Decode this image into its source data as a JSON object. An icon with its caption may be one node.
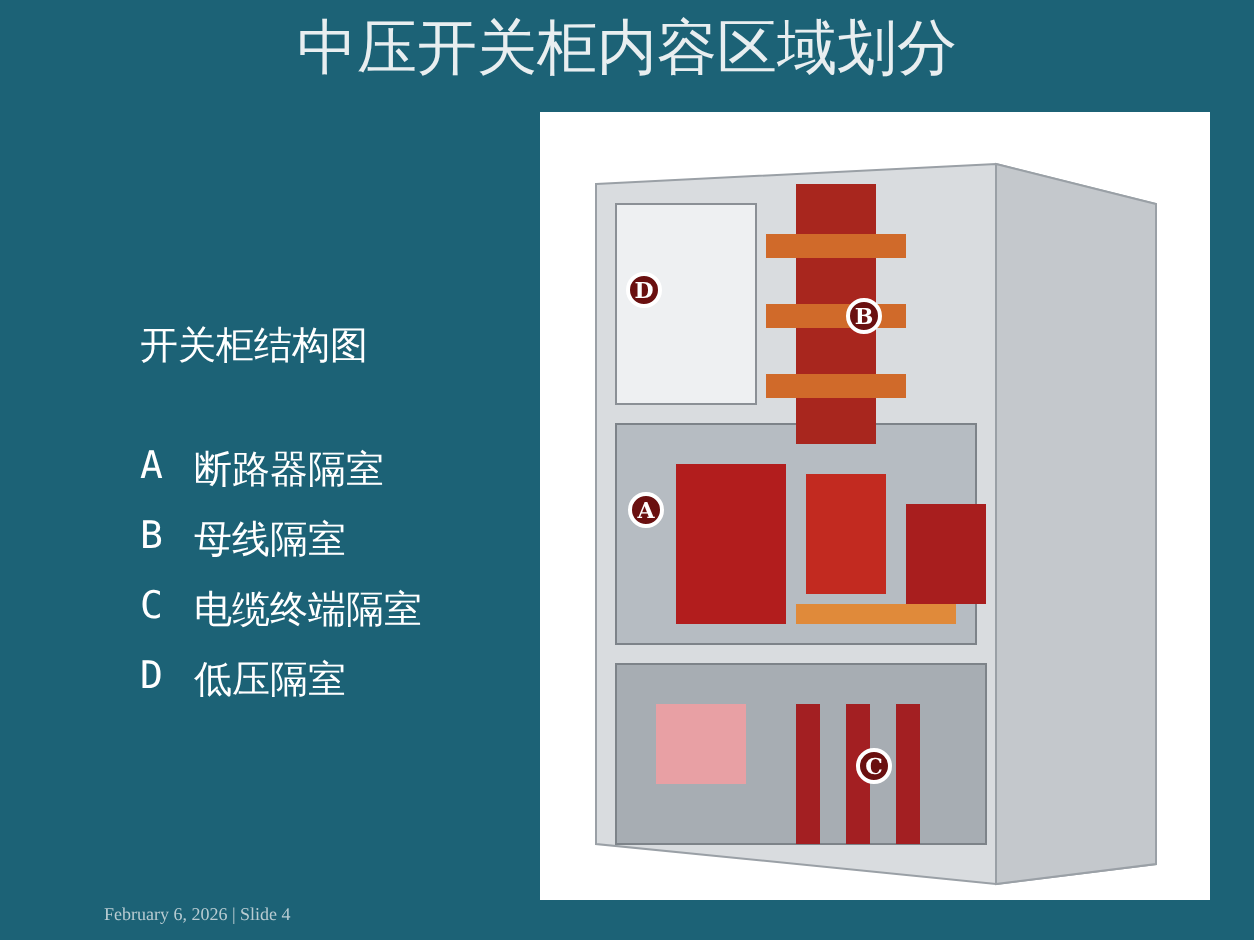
{
  "diagram": {
    "title": "中压开关柜内容区域划分",
    "labels": [
      "开关柜结构图",
      "A",
      "断路器隔室",
      "B",
      "母线隔室",
      "C",
      "电缆终端隔室",
      "D",
      "低压隔室",
      "D",
      "B",
      "A",
      "C",
      "February 6, 2026 | Slide 4"
    ]
  }
}
